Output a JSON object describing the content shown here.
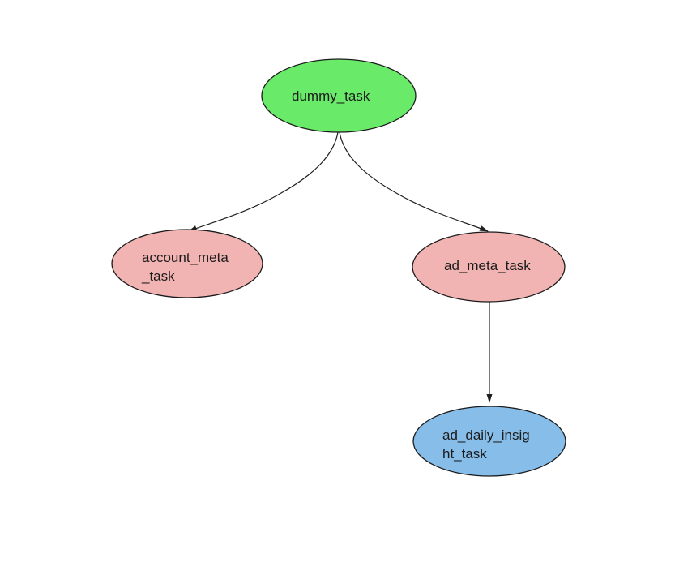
{
  "page": {
    "background": "#ffffff"
  },
  "diagram": {
    "type": "dag-task-graph",
    "edge_color": "#1f1f1f",
    "text_color": "#1b1b1b",
    "node_stroke": "#1c1c1c",
    "nodes": [
      {
        "id": "dummy_task",
        "label": "dummy_task",
        "display": "dummy_task",
        "fill": "#69eb69",
        "role": "root"
      },
      {
        "id": "account_meta_task",
        "label": "account_meta_task",
        "display": "account_meta\n_task",
        "fill": "#f2b3b3",
        "role": "child"
      },
      {
        "id": "ad_meta_task",
        "label": "ad_meta_task",
        "display": "ad_meta_task",
        "fill": "#f2b3b3",
        "role": "child"
      },
      {
        "id": "ad_daily_insight_task",
        "label": "ad_daily_insight_task",
        "display": "ad_daily_insig\nht_task",
        "fill": "#86bde9",
        "role": "leaf"
      }
    ],
    "edges": [
      {
        "from": "dummy_task",
        "to": "account_meta_task"
      },
      {
        "from": "dummy_task",
        "to": "ad_meta_task"
      },
      {
        "from": "ad_meta_task",
        "to": "ad_daily_insight_task"
      }
    ]
  }
}
